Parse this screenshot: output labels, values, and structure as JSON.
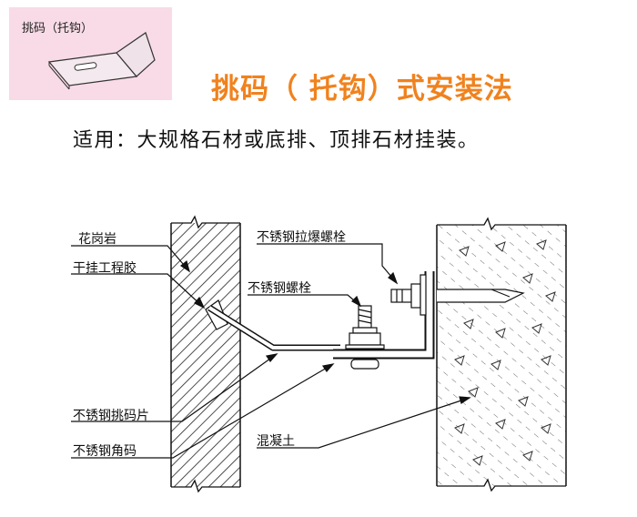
{
  "inset": {
    "label": "挑码（托钩）"
  },
  "title": "挑码（ 托钩）式安装法",
  "subtitle": "适用：大规格石材或底排、顶排石材挂装。",
  "labels": {
    "granite": "花岗岩",
    "dry_glue": "干挂工程胶",
    "expansion_bolt": "不锈钢拉爆螺栓",
    "bolt": "不锈钢螺栓",
    "hook_piece": "不锈钢挑码片",
    "angle": "不锈钢角码",
    "concrete": "混凝土"
  },
  "colors": {
    "title": "#f0821e",
    "inset_bg": "#f8dbe6"
  }
}
